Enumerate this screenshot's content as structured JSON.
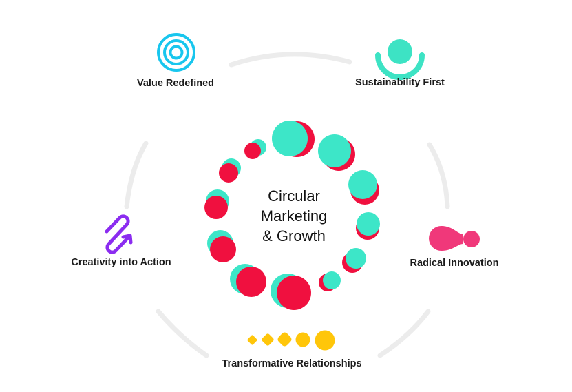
{
  "center": {
    "lines": [
      "Circular",
      "Marketing",
      "& Growth"
    ]
  },
  "pillars": {
    "value_redefined": {
      "label": "Value Redefined",
      "icon": "concentric-circles-icon",
      "color": "#18c6ee"
    },
    "sustainability_first": {
      "label": "Sustainability First",
      "icon": "circle-in-cup-icon",
      "color": "#3de3c4"
    },
    "creativity_into_action": {
      "label": "Creativity into Action",
      "icon": "paperclip-arrow-icon",
      "color": "#8b2cf0"
    },
    "radical_innovation": {
      "label": "Radical Innovation",
      "icon": "linked-drops-icon",
      "color": "#f0387a"
    },
    "transformative_relationships": {
      "label": "Transformative Relationships",
      "icon": "growing-dots-icon",
      "color": "#ffc60a"
    }
  },
  "colors": {
    "ring_teal": "#3de6c8",
    "ring_red": "#f0103f",
    "orbit_gray": "#ececec",
    "text": "#1b1b1b"
  }
}
